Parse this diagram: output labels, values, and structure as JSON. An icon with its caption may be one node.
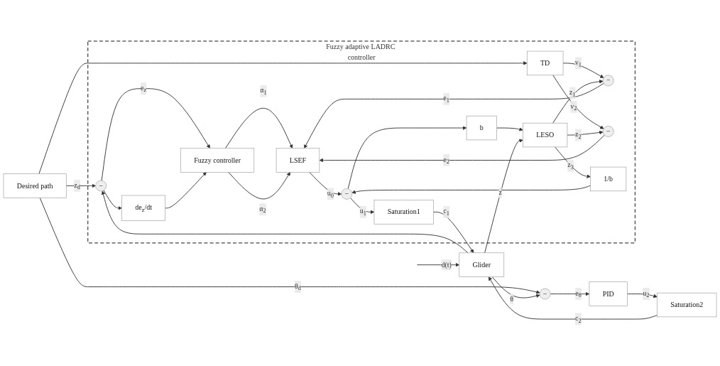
{
  "diagram": {
    "nodes": [
      {
        "text": [
          "Desired path"
        ]
      },
      {
        "text": [
          "Fuzzy adaptive LADRC controller"
        ]
      },
      {
        "text": [
          "−"
        ],
        "in": 1
      },
      {
        "text": [
          "Fuzzy controller"
        ],
        "in": 1
      },
      {
        "text": [
          "de$_{z}$/dt"
        ],
        "in": 1
      },
      {
        "text": [
          "TD"
        ],
        "in": 1
      },
      {
        "text": [
          "−"
        ],
        "in": 1
      },
      {
        "text": [
          "−"
        ],
        "in": 1
      },
      {
        "text": [
          "LSEF"
        ],
        "in": 1
      },
      {
        "text": [
          "−"
        ],
        "in": 1
      },
      {
        "text": [
          "Saturation1"
        ],
        "in": 1
      },
      {
        "text": [
          "1/b"
        ],
        "in": 1
      },
      {
        "text": [
          "b"
        ],
        "in": 1
      },
      {
        "text": [
          "LESO"
        ],
        "in": 1
      },
      {
        "text": [
          "Glider"
        ]
      },
      {
        "text": [
          "−"
        ]
      },
      {
        "text": [
          "PID"
        ]
      },
      {
        "text": [
          "Saturation2"
        ]
      }
    ],
    "edges": [
      {
        "from": 0,
        "to": 2,
        "arrow": "to",
        "label": "z$_{d}$"
      },
      {
        "from": 0,
        "to": 5,
        "arrow": "to"
      },
      {
        "from": 2,
        "to": 3,
        "arrow": "to",
        "label": "e$_{z}$"
      },
      {
        "from": 2,
        "to": 4,
        "arrow": "to"
      },
      {
        "from": 4,
        "to": 3,
        "arrow": "to"
      },
      {
        "from": 3,
        "to": 8,
        "arrow": "to",
        "label": "α$_{1}$"
      },
      {
        "from": 3,
        "to": 8,
        "arrow": "to",
        "label": "α$_{2}$"
      },
      {
        "from": 5,
        "to": 6,
        "arrow": "to",
        "label": "v$_{1}$"
      },
      {
        "from": 5,
        "to": 7,
        "arrow": "to",
        "label": "v$_{2}$"
      },
      {
        "from": 6,
        "to": 8,
        "arrow": "to",
        "label": "e$_{1}$"
      },
      {
        "from": 7,
        "to": 8,
        "arrow": "to",
        "label": "e$_{2}$"
      },
      {
        "from": 8,
        "to": 9,
        "arrow": "to",
        "label": "u$_{0}$"
      },
      {
        "from": 9,
        "to": 10,
        "arrow": "to",
        "label": "u$_{1}$"
      },
      {
        "from": 9,
        "to": 12,
        "arrow": "to"
      },
      {
        "from": 12,
        "to": 13,
        "arrow": "to"
      },
      {
        "from": 13,
        "to": 11,
        "arrow": "to",
        "label": "z$_{3}$"
      },
      {
        "from": 11,
        "to": 9,
        "arrow": "to"
      },
      {
        "from": 13,
        "to": 7,
        "arrow": "to",
        "label": "z$_{2}$"
      },
      {
        "from": 13,
        "to": 6,
        "arrow": "to",
        "label": "z$_{1}$"
      },
      {
        "from": 10,
        "to": 14,
        "arrow": "to",
        "label": "c$_{1}$"
      },
      {
        "from": 14,
        "to": 13,
        "arrow": "to",
        "label": "z"
      },
      {
        "from": 14,
        "to": 2,
        "arrow": "to"
      },
      {
        "from": null,
        "to": 14,
        "arrow": "to",
        "label": "d(t)"
      },
      {
        "from": 0,
        "to": 15,
        "arrow": "to",
        "label": "θ$_{d}$"
      },
      {
        "from": 15,
        "to": 16,
        "arrow": "to",
        "label": "e$_{θ}$"
      },
      {
        "from": 16,
        "to": 17,
        "arrow": "to",
        "label": "u$_{2}$"
      },
      {
        "from": 17,
        "to": 14,
        "arrow": "to",
        "label": "c$_{2}$"
      },
      {
        "from": 14,
        "to": 15,
        "arrow": "to",
        "label": "θ"
      }
    ]
  }
}
